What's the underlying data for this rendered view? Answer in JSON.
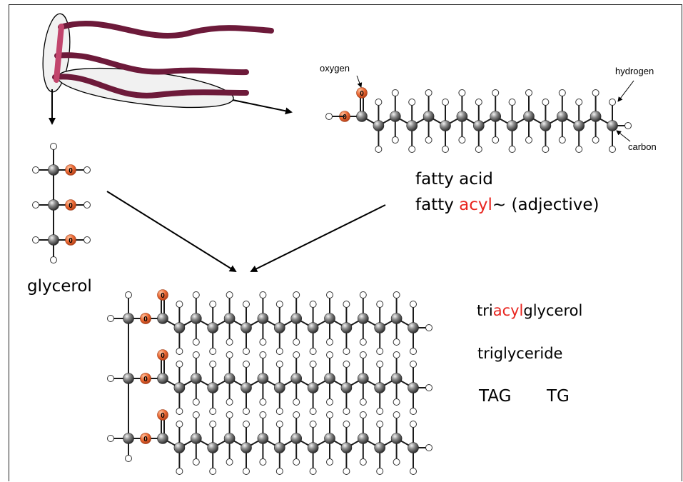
{
  "colors": {
    "tail": "#6d1a3a",
    "tail_highlight": "#c2456d",
    "acyl_red": "#e8251f",
    "oxygen": "#ec6a35",
    "carbon": "#585858",
    "hydrogen_fill": "#ffffff",
    "line": "#000000"
  },
  "labels": {
    "oxygen": "oxygen",
    "hydrogen": "hydrogen",
    "carbon": "carbon",
    "atom_o": "0",
    "glycerol": "glycerol",
    "fatty_acid": "fatty acid",
    "fatty_acyl_prefix": "fatty ",
    "fatty_acyl_red": "acyl",
    "fatty_acyl_suffix": "~  (adjective)",
    "tag_prefix": "tri",
    "tag_red": "acyl",
    "tag_suffix": "glycerol",
    "triglyceride": "triglyceride",
    "abbrev_tag": "TAG",
    "abbrev_tg": "TG"
  },
  "molecules": {
    "fatty_acid_chain_carbons": 16,
    "triacylglycerol_chain_carbons": 16,
    "glycerol_carbons": 3
  },
  "icons": [
    "lipid-tails-icon",
    "arrow-icon"
  ]
}
